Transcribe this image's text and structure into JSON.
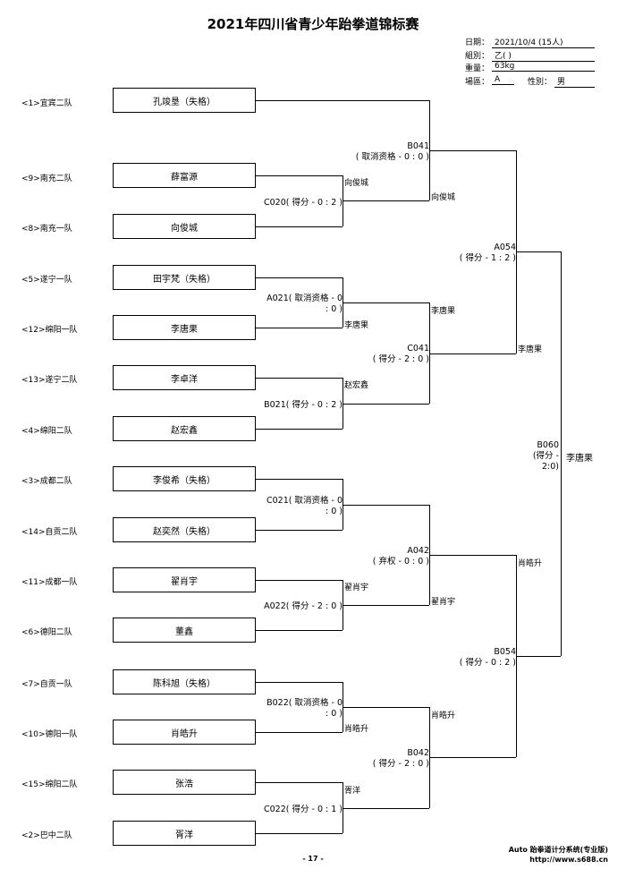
{
  "title": "2021年四川省青少年跆拳道锦标赛",
  "meta": {
    "date_label": "日期：",
    "date_value": "2021/10/4  (15人)",
    "group_label": "組別：",
    "group_value": "乙(  )",
    "weight_label": "重量：",
    "weight_value": "63kg",
    "venue_label": "場區：",
    "venue_value": "A",
    "gender_label": "性別：",
    "gender_value": "男"
  },
  "entries": [
    {
      "seed": "<1>宜宾二队",
      "name": "孔竣垦（失格）"
    },
    {
      "seed": "<9>南充二队",
      "name": "薛富源"
    },
    {
      "seed": "<8>南充一队",
      "name": "向俊城"
    },
    {
      "seed": "<5>遂宁一队",
      "name": "田宇梵（失格）"
    },
    {
      "seed": "<12>绵阳一队",
      "name": "李唐果"
    },
    {
      "seed": "<13>遂宁二队",
      "name": "李卓洋"
    },
    {
      "seed": "<4>绵阳二队",
      "name": "赵宏鑫"
    },
    {
      "seed": "<3>成都二队",
      "name": "李俊希（失格）"
    },
    {
      "seed": "<14>自贡二队",
      "name": "赵奕然（失格）"
    },
    {
      "seed": "<11>成都一队",
      "name": "翟肖宇"
    },
    {
      "seed": "<6>德阳二队",
      "name": "董鑫"
    },
    {
      "seed": "<7>自贡一队",
      "name": "陈科旭（失格）"
    },
    {
      "seed": "<10>德阳一队",
      "name": "肖皓升"
    },
    {
      "seed": "<15>绵阳二队",
      "name": "张浩"
    },
    {
      "seed": "<2>巴中二队",
      "name": "胥洋"
    }
  ],
  "matches": {
    "c020_l1": "C020( 得分 - 0 : 2 )",
    "c020_w": "向俊城",
    "b041_l1": "B041",
    "b041_l2": "( 取消资格 - 0 : 0 )",
    "b041_w": "向俊城",
    "a021_l1": "A021( 取消资格 - 0",
    "a021_l2": ": 0 )",
    "a021_w": "李唐果",
    "b021_l1": "B021( 得分 - 0 : 2 )",
    "b021_w": "赵宏鑫",
    "c041_l1": "C041",
    "c041_l2": "( 得分 - 2 : 0 )",
    "c041_w": "李唐果",
    "a054_l1": "A054",
    "a054_l2": "( 得分 - 1 : 2 )",
    "a054_w": "李唐果",
    "c021_l1": "C021( 取消资格 - 0",
    "c021_l2": ": 0 )",
    "a022_l1": "A022( 得分 - 2 : 0 )",
    "a022_w": "翟肖宇",
    "a042_l1": "A042",
    "a042_l2": "( 弃权 - 0 : 0 )",
    "a042_w": "翟肖宇",
    "b022_l1": "B022( 取消资格 - 0",
    "b022_l2": ": 0 )",
    "b022_w": "肖皓升",
    "c022_l1": "C022( 得分 - 0 : 1 )",
    "c022_w": "胥洋",
    "b042_l1": "B042",
    "b042_l2": "( 得分 - 2 : 0 )",
    "b042_w": "肖皓升",
    "b054_l1": "B054",
    "b054_l2": "( 得分 - 0 : 2 )",
    "b054_w": "肖皓升",
    "b060_l1": "B060",
    "b060_l2": "(得分 -",
    "b060_l3": "2:0)",
    "champion": "李唐果"
  },
  "footer": {
    "brand": "Auto 跆拳道计分系统(专业版)",
    "url": "http://www.s688.cn",
    "page": "- 17 -"
  }
}
